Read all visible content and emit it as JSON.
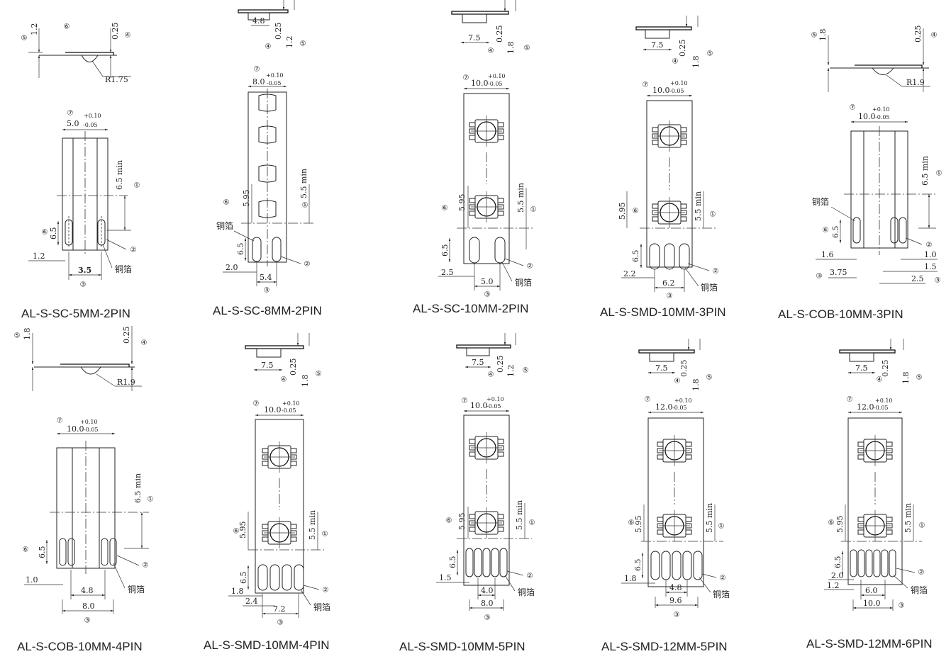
{
  "labels": {
    "copper_foil": "铜箔",
    "radius_1_75": "R1.75",
    "radius_1_9": "R1.9",
    "min": "min",
    "tol_plus": "+0.10",
    "tol_minus": "-0.05"
  },
  "markers": {
    "m1": "①",
    "m2": "②",
    "m3": "③",
    "m4": "④",
    "m5": "⑤",
    "m6": "⑥",
    "m7": "⑦"
  },
  "panels": [
    {
      "title": "AL-S-SC-5MM-2PIN",
      "side": {
        "thick": "1.2",
        "foil": "0.25",
        "radius": "R1.75"
      },
      "width": "5.0",
      "length": "6.5 min",
      "pad": "6.5",
      "dims": [
        "1.2",
        "3.5"
      ]
    },
    {
      "title": "AL-S-SC-8MM-2PIN",
      "side": {
        "w": "4.8",
        "foil": "0.25",
        "thick": "1.2"
      },
      "width": "8.0",
      "length": "5.5 min",
      "cut": "5.95",
      "pad": "6.5",
      "dims": [
        "2.0",
        "5.4"
      ]
    },
    {
      "title": "AL-S-SC-10MM-2PIN",
      "side": {
        "w": "7.5",
        "foil": "0.25",
        "thick": "1.8"
      },
      "width": "10.0",
      "length": "5.5 min",
      "cut": "5.95",
      "pad": "6.5",
      "dims": [
        "2.5",
        "5.0"
      ]
    },
    {
      "title": "AL-S-SMD-10MM-3PIN",
      "side": {
        "w": "7.5",
        "foil": "0.25",
        "thick": "1.8"
      },
      "width": "10.0",
      "length": "5.5 min",
      "cut": "5.95",
      "pad": "6.5",
      "dims": [
        "2.2",
        "6.2"
      ]
    },
    {
      "title": "AL-S-COB-10MM-3PIN",
      "side": {
        "thick": "1.8",
        "foil": "0.25",
        "radius": "R1.9"
      },
      "width": "10.0",
      "length": "6.5 min",
      "pad": "6.5",
      "dims": [
        "1.6",
        "3.75",
        "1.0",
        "1.5",
        "2.5"
      ]
    },
    {
      "title": "AL-S-COB-10MM-4PIN",
      "side": {
        "thick": "1.8",
        "foil": "0.25",
        "radius": "R1.9"
      },
      "width": "10.0",
      "length": "6.5 min",
      "pad": "6.5",
      "dims": [
        "1.0",
        "4.8",
        "8.0"
      ]
    },
    {
      "title": "AL-S-SMD-10MM-4PIN",
      "side": {
        "w": "7.5",
        "foil": "0.25",
        "thick": "1.8"
      },
      "width": "10.0",
      "length": "5.5 min",
      "cut": "5.95",
      "pad": "6.5",
      "dims": [
        "1.8",
        "2.4",
        "7.2"
      ]
    },
    {
      "title": "AL-S-SMD-10MM-5PIN",
      "side": {
        "w": "7.5",
        "foil": "0.25",
        "thick": "1.2"
      },
      "width": "10.0",
      "length": "5.5 min",
      "cut": "5.95",
      "pad": "6.5",
      "dims": [
        "1.5",
        "4.0",
        "8.0"
      ]
    },
    {
      "title": "AL-S-SMD-12MM-5PIN",
      "side": {
        "w": "7.5",
        "foil": "0.25",
        "thick": "1.8"
      },
      "width": "12.0",
      "length": "5.5 min",
      "cut": "5.95",
      "pad": "6.5",
      "dims": [
        "1.8",
        "4.8",
        "9.6"
      ]
    },
    {
      "title": "AL-S-SMD-12MM-6PIN",
      "side": {
        "w": "7.5",
        "foil": "0.25",
        "thick": "1.8"
      },
      "width": "12.0",
      "length": "5.5 min",
      "cut": "5.95",
      "pad": "6.5",
      "dims": [
        "2.0",
        "1.2",
        "6.0",
        "10.0"
      ]
    }
  ]
}
